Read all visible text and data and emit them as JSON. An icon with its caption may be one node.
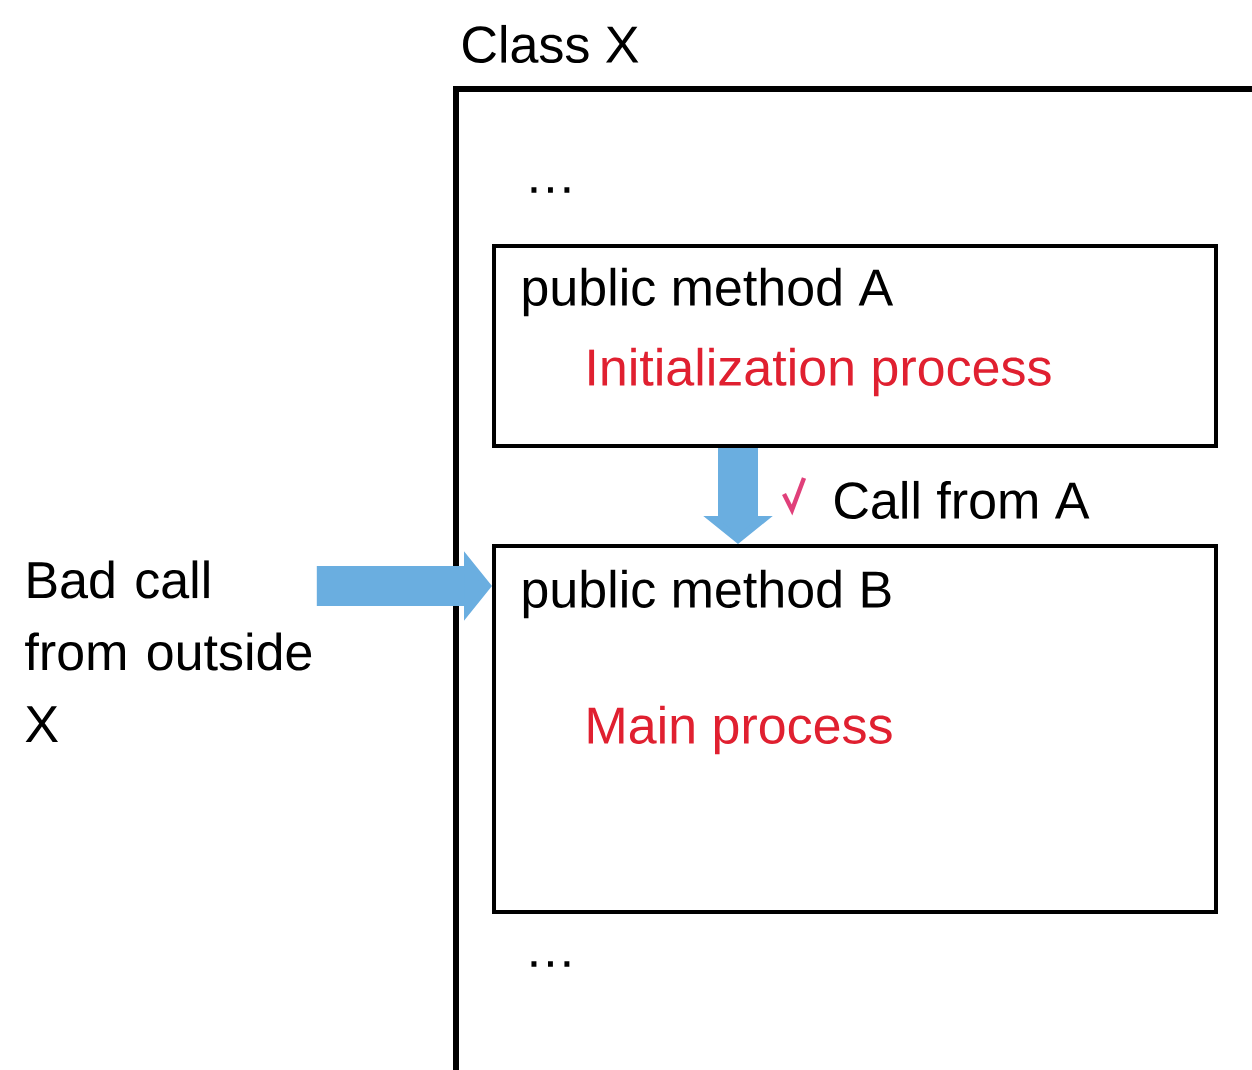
{
  "diagram": {
    "nodes": [
      {
        "text": [
          "Class X"
        ]
      },
      {
        "text": [
          "public method A",
          "Initialization process"
        ],
        "in": 0
      },
      {
        "text": [
          "public method B",
          "Main process"
        ],
        "in": 0
      },
      {
        "text": [
          "Bad call from outside X"
        ]
      }
    ],
    "edges": [
      {
        "from": 1,
        "to": 2,
        "arrow": "to",
        "label": "Call from A"
      },
      {
        "from": 3,
        "to": 2,
        "arrow": "to"
      }
    ],
    "labels": [
      "…",
      "…"
    ]
  }
}
